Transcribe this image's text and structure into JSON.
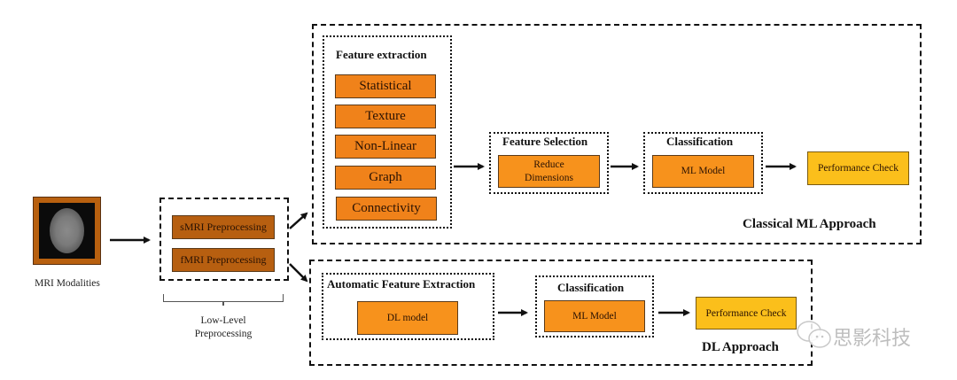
{
  "input": {
    "label": "MRI Modalities",
    "image_desc": "brain-mri-axial-slice"
  },
  "preprocessing": {
    "items": [
      "sMRI Preprocessing",
      "fMRI Preprocessing"
    ],
    "bracket_label_line1": "Low-Level",
    "bracket_label_line2": "Preprocessing"
  },
  "classical": {
    "title": "Classical ML Approach",
    "feature_extraction": {
      "title": "Feature extraction",
      "items": [
        "Statistical",
        "Texture",
        "Non-Linear",
        "Graph",
        "Connectivity"
      ]
    },
    "feature_selection": {
      "title": "Feature Selection",
      "box_line1": "Reduce",
      "box_line2": "Dimensions"
    },
    "classification": {
      "title": "Classification",
      "box": "ML Model"
    },
    "performance": "Performance Check"
  },
  "dl": {
    "title": "DL Approach",
    "feature_extraction": {
      "title": "Automatic Feature Extraction",
      "box": "DL model"
    },
    "classification": {
      "title": "Classification",
      "box": "ML Model"
    },
    "performance": "Performance Check"
  },
  "watermark": {
    "text": "思影科技",
    "icon": "wechat-icon"
  },
  "colors": {
    "preprocess_box": "#b75f10",
    "feature_box": "#f0821a",
    "model_box": "#f7921c",
    "performance_box": "#fbbf1b"
  }
}
